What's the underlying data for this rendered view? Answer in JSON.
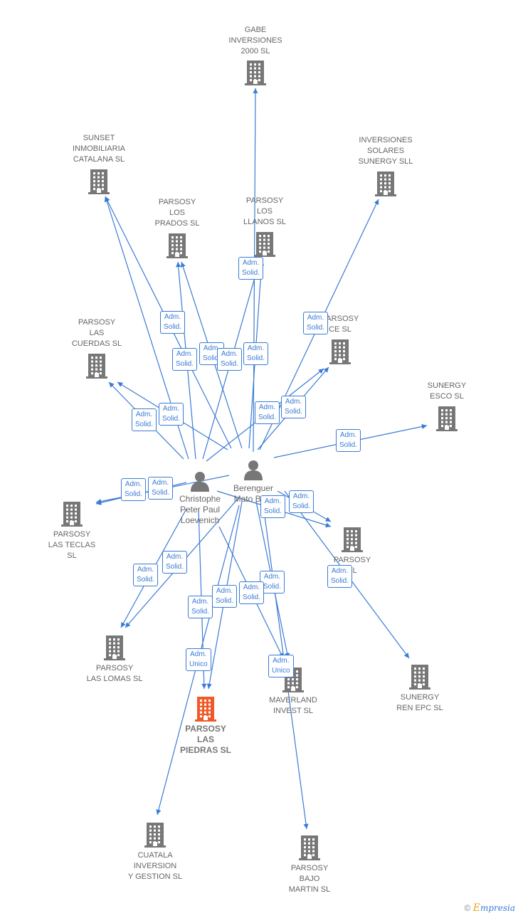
{
  "companies": [
    {
      "id": "gabe",
      "label": "GABE\nINVERSIONES\n2000  SL"
    },
    {
      "id": "sunset",
      "label": "SUNSET\nINMOBILIARIA\nCATALANA  SL"
    },
    {
      "id": "inv_solares",
      "label": "INVERSIONES\nSOLARES\nSUNERGY SLL"
    },
    {
      "id": "prados",
      "label": "PARSOSY\nLOS\nPRADOS  SL"
    },
    {
      "id": "llanos",
      "label": "PARSOSY\nLOS\nLLANOS  SL"
    },
    {
      "id": "cuerdas",
      "label": "PARSOSY\nLAS\nCUERDAS  SL"
    },
    {
      "id": "ce",
      "label": "PARSOSY\nCE  SL"
    },
    {
      "id": "esco",
      "label": "SUNERGY\nESCO SL"
    },
    {
      "id": "teclas",
      "label": "PARSOSY\nLAS TECLAS\nSL"
    },
    {
      "id": "parsosy_sl",
      "label": "PARSOSY\nSL"
    },
    {
      "id": "lomas",
      "label": "PARSOSY\nLAS LOMAS  SL"
    },
    {
      "id": "piedras",
      "label": "PARSOSY\nLAS\nPIEDRAS  SL"
    },
    {
      "id": "maverland",
      "label": "MAVERLAND\nINVEST  SL"
    },
    {
      "id": "ren_epc",
      "label": "SUNERGY\nREN EPC SL"
    },
    {
      "id": "cuatala",
      "label": "CUATALA\nINVERSION\nY GESTION SL"
    },
    {
      "id": "bajo_martin",
      "label": "PARSOSY\nBAJO\nMARTIN  SL"
    }
  ],
  "persons": [
    {
      "id": "christophe",
      "label": "Christophe\nPeter Paul\nLoevenich"
    },
    {
      "id": "berenguer",
      "label": "Berenguer\nMato Bo..."
    }
  ],
  "edge_labels": {
    "solid": "Adm.\nSolid.",
    "unico": "Adm.\nUnico"
  },
  "colors": {
    "edge": "#3a7bd5",
    "building": "#777777",
    "focus_building": "#f05a28",
    "person": "#777777"
  },
  "brand": {
    "copyright": "©",
    "name_first": "E",
    "name_rest": "mpresia"
  }
}
